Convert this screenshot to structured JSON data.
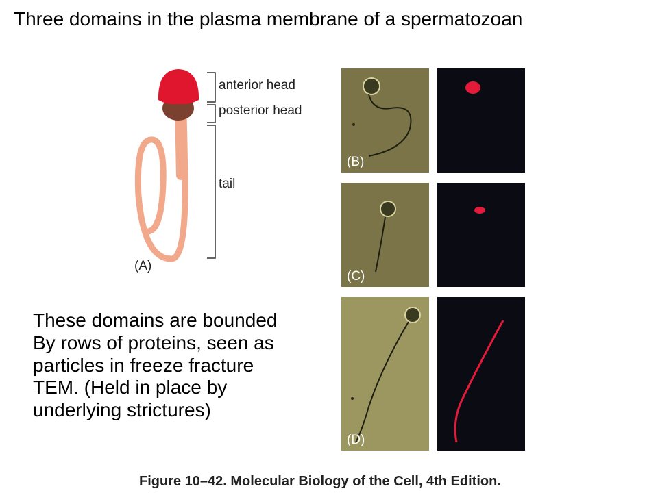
{
  "title": "Three domains in the plasma membrane of a spermatozoan",
  "body_text": "These domains are bounded\nBy rows of proteins, seen as\nparticles in freeze fracture\nTEM. (Held in place by\nunderlying strictures)",
  "figure_caption": "Figure 10–42. Molecular Biology of the Cell, 4th Edition.",
  "diagram": {
    "panel_label": "(A)",
    "labels": {
      "anterior_head": "anterior head",
      "posterior_head": "posterior head",
      "tail": "tail"
    },
    "colors": {
      "anterior_head": "#e0152e",
      "posterior_head": "#7a4030",
      "tail": "#f2a88a"
    }
  },
  "micrographs": [
    {
      "label": "(B)",
      "fluorescence": "anterior head"
    },
    {
      "label": "(C)",
      "fluorescence": "posterior head"
    },
    {
      "label": "(D)",
      "fluorescence": "tail"
    }
  ],
  "colors": {
    "phase_contrast_bg": "#7a7448",
    "fluorescence_bg": "#0b0b14",
    "fluorescence": "#e41a3a"
  }
}
